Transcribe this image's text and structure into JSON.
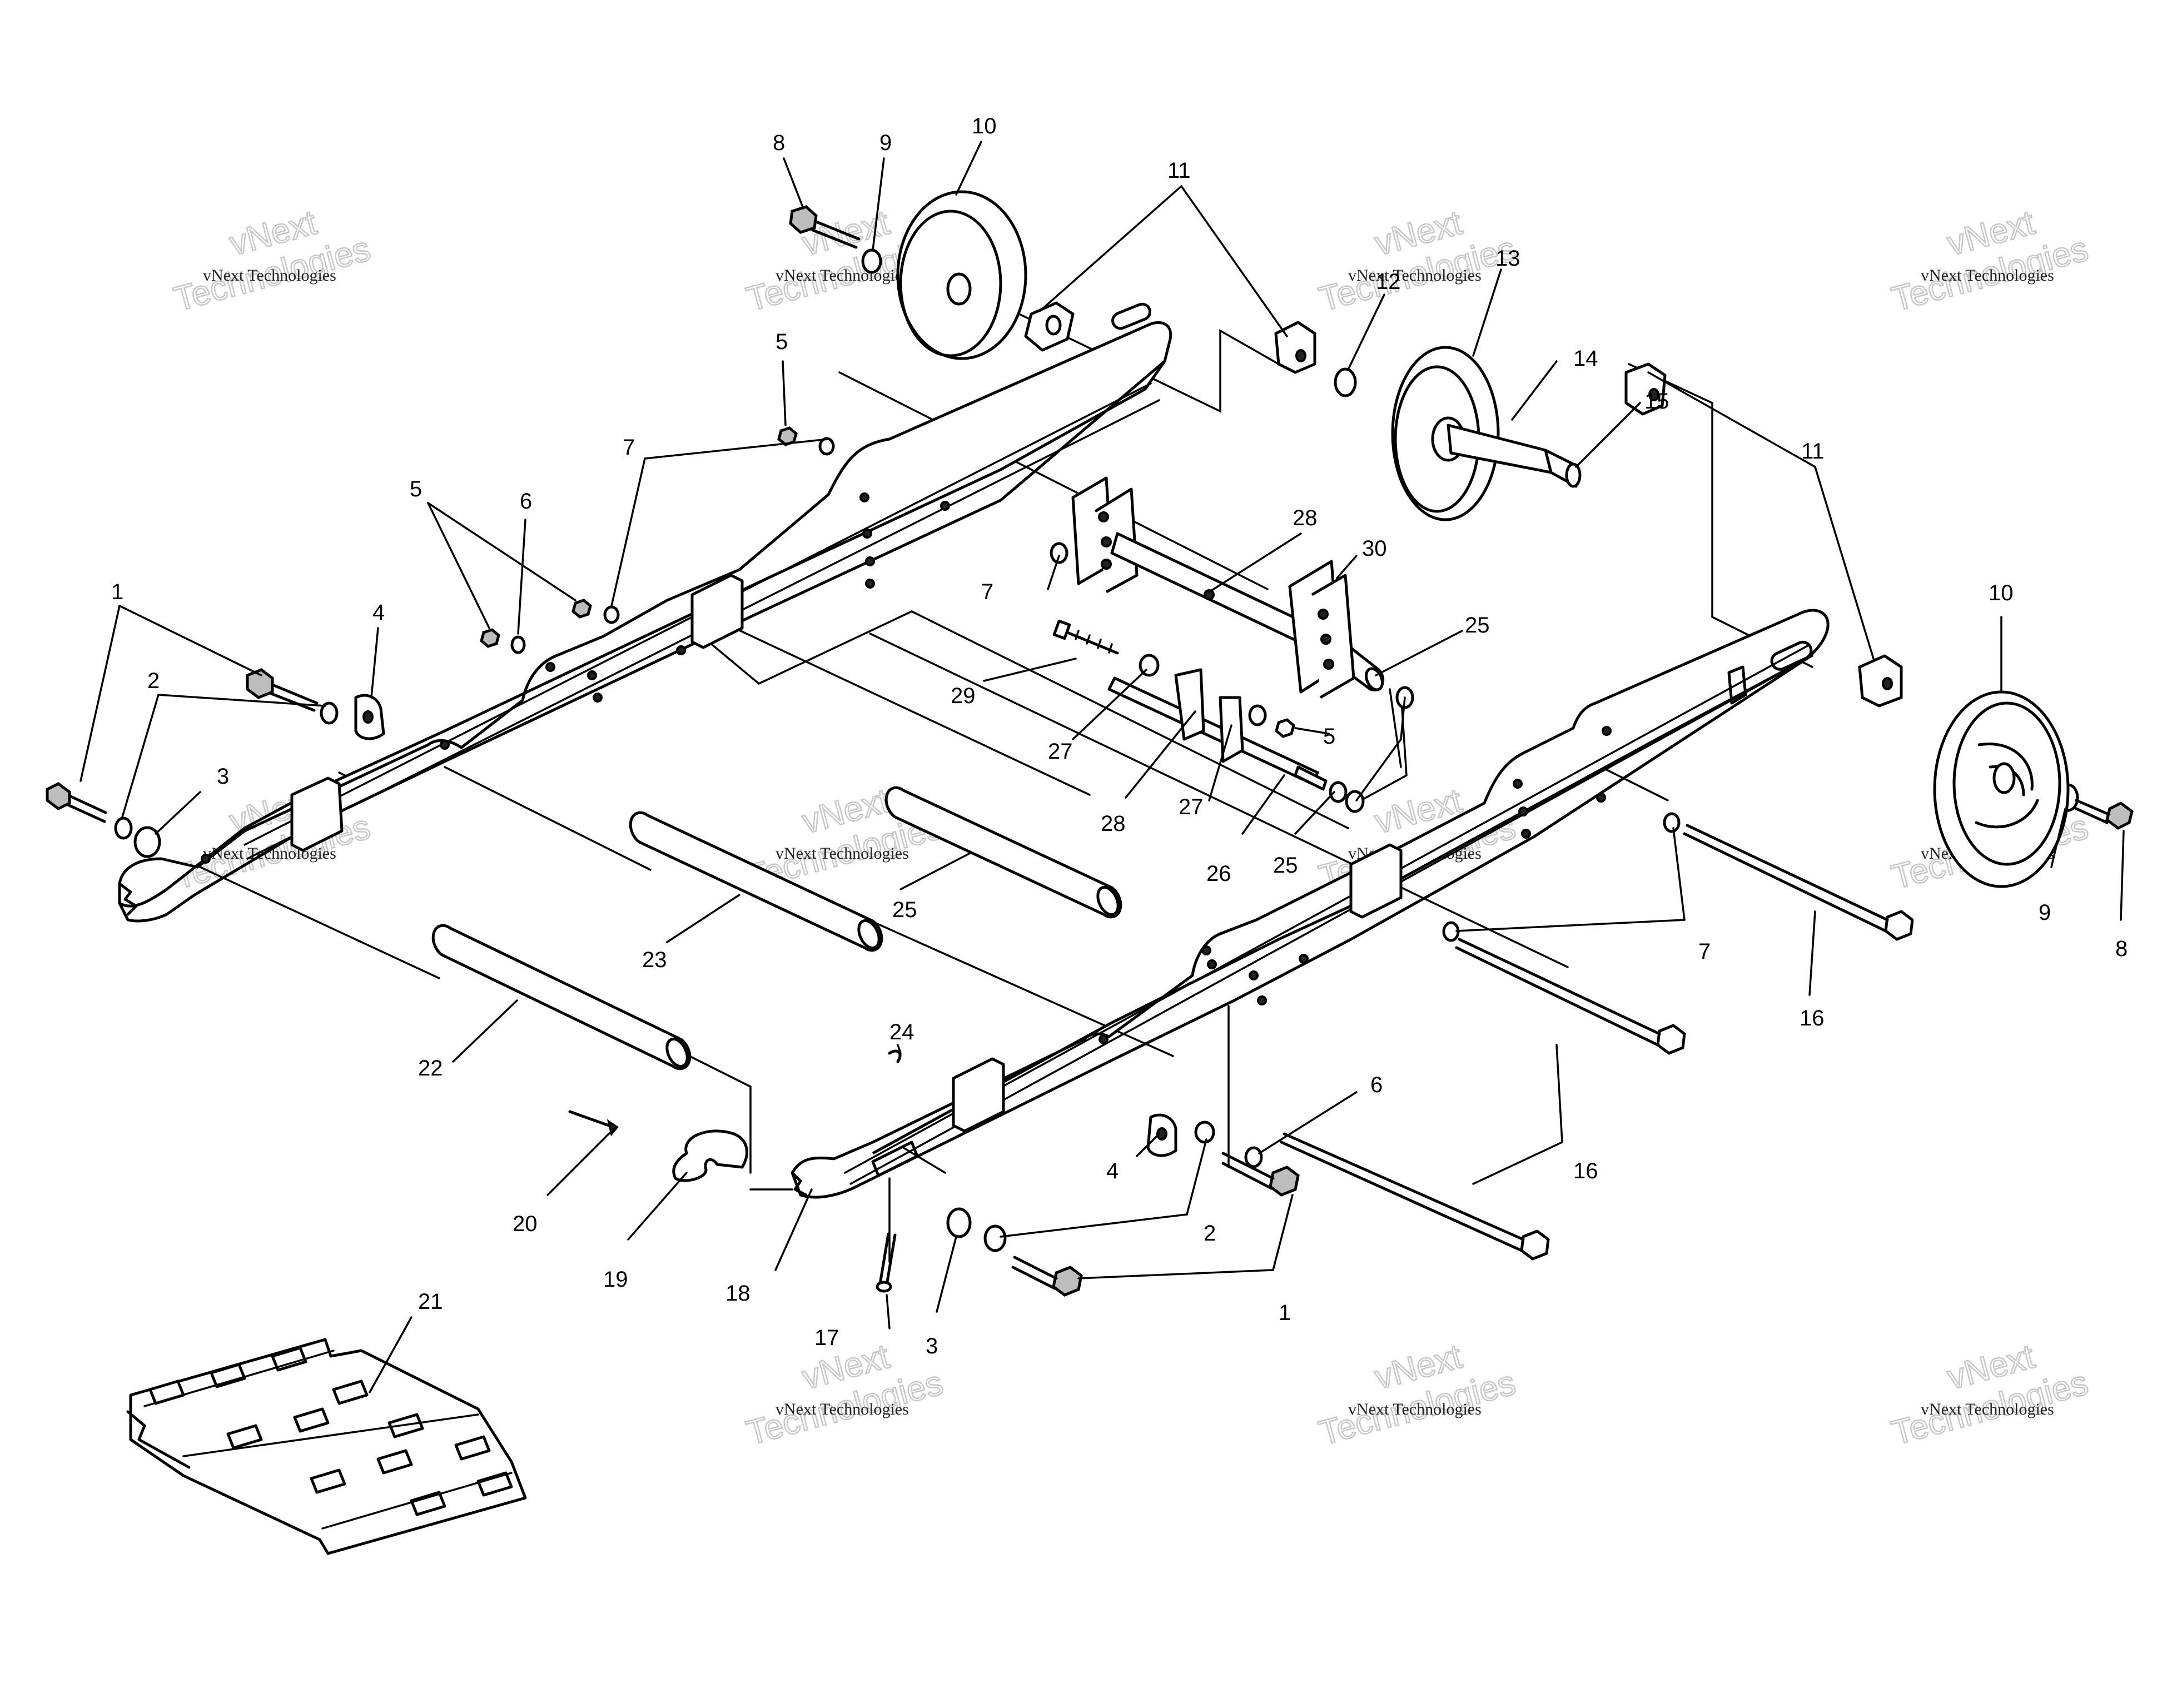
{
  "callouts": [
    {
      "id": "c1a",
      "text": "1"
    },
    {
      "id": "c1b",
      "text": "1"
    },
    {
      "id": "c2a",
      "text": "2"
    },
    {
      "id": "c2b",
      "text": "2"
    },
    {
      "id": "c3a",
      "text": "3"
    },
    {
      "id": "c3b",
      "text": "3"
    },
    {
      "id": "c4a",
      "text": "4"
    },
    {
      "id": "c4b",
      "text": "4"
    },
    {
      "id": "c5a",
      "text": "5"
    },
    {
      "id": "c5b",
      "text": "5"
    },
    {
      "id": "c5c",
      "text": "5"
    },
    {
      "id": "c6a",
      "text": "6"
    },
    {
      "id": "c6b",
      "text": "6"
    },
    {
      "id": "c7a",
      "text": "7"
    },
    {
      "id": "c7b",
      "text": "7"
    },
    {
      "id": "c7c",
      "text": "7"
    },
    {
      "id": "c8a",
      "text": "8"
    },
    {
      "id": "c8b",
      "text": "8"
    },
    {
      "id": "c9a",
      "text": "9"
    },
    {
      "id": "c9b",
      "text": "9"
    },
    {
      "id": "c10a",
      "text": "10"
    },
    {
      "id": "c10b",
      "text": "10"
    },
    {
      "id": "c11a",
      "text": "11"
    },
    {
      "id": "c11b",
      "text": "11"
    },
    {
      "id": "c12",
      "text": "12"
    },
    {
      "id": "c13",
      "text": "13"
    },
    {
      "id": "c14",
      "text": "14"
    },
    {
      "id": "c15",
      "text": "15"
    },
    {
      "id": "c16a",
      "text": "16"
    },
    {
      "id": "c16b",
      "text": "16"
    },
    {
      "id": "c17",
      "text": "17"
    },
    {
      "id": "c18",
      "text": "18"
    },
    {
      "id": "c19",
      "text": "19"
    },
    {
      "id": "c20",
      "text": "20"
    },
    {
      "id": "c21",
      "text": "21"
    },
    {
      "id": "c22",
      "text": "22"
    },
    {
      "id": "c23",
      "text": "23"
    },
    {
      "id": "c24",
      "text": "24"
    },
    {
      "id": "c25a",
      "text": "25"
    },
    {
      "id": "c25b",
      "text": "25"
    },
    {
      "id": "c25c",
      "text": "25"
    },
    {
      "id": "c26",
      "text": "26"
    },
    {
      "id": "c27a",
      "text": "27"
    },
    {
      "id": "c27b",
      "text": "27"
    },
    {
      "id": "c28a",
      "text": "28"
    },
    {
      "id": "c28b",
      "text": "28"
    },
    {
      "id": "c29",
      "text": "29"
    },
    {
      "id": "c30",
      "text": "30"
    }
  ],
  "watermark": {
    "brand": "vNext",
    "company": "Technologies",
    "line": "vNext Technologies"
  }
}
